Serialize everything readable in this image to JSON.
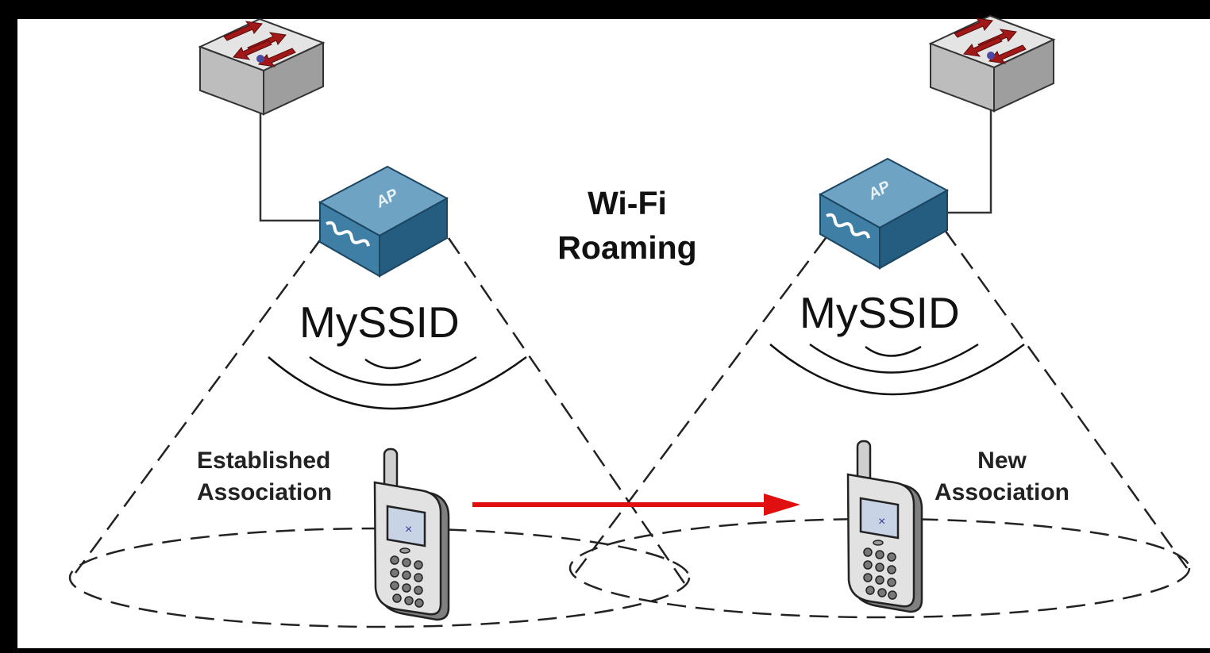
{
  "title": {
    "line1": "Wi-Fi",
    "line2": "Roaming"
  },
  "access_points": [
    {
      "label": "AP",
      "ssid": "MySSID"
    },
    {
      "label": "AP",
      "ssid": "MySSID"
    }
  ],
  "associations": {
    "established": {
      "line1": "Established",
      "line2": "Association"
    },
    "new": {
      "line1": "New",
      "line2": "Association"
    }
  },
  "colors": {
    "arrow": "#e01010",
    "ap_top": "#6fa3c3",
    "ap_side": "#2f6e94",
    "switch": "#d6d6d6",
    "switch_arrow": "#a01818"
  },
  "icons": [
    "switch-icon",
    "access-point-icon",
    "mobile-phone-icon",
    "roaming-arrow",
    "wifi-signal-icon"
  ]
}
